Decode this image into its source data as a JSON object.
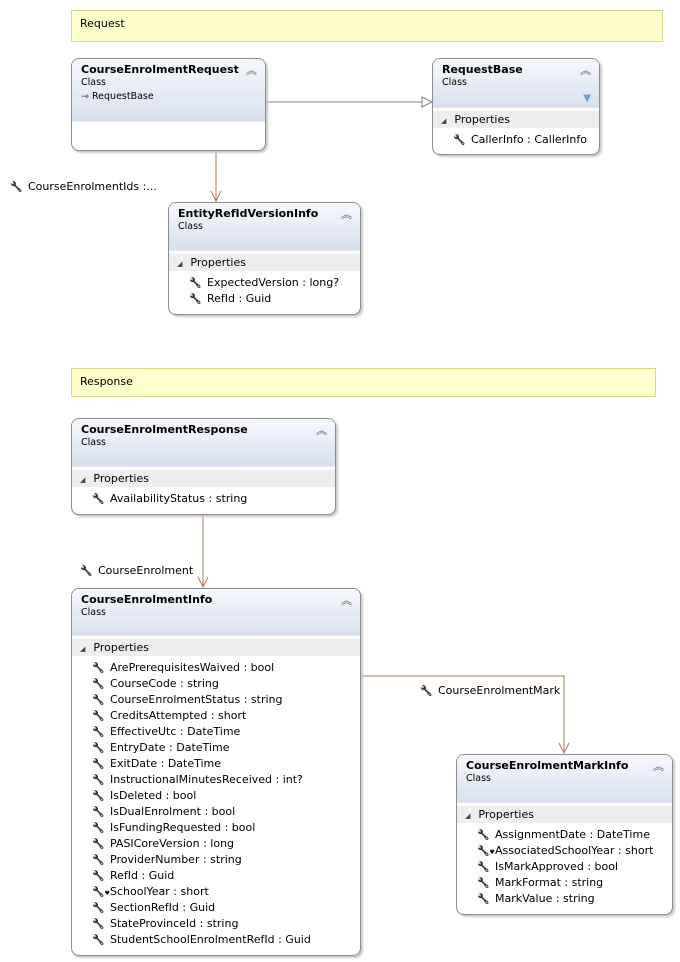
{
  "notes": {
    "request": "Request",
    "response": "Response"
  },
  "classes": [
    {
      "id": "CourseEnrolmentRequest",
      "name": "CourseEnrolmentRequest",
      "kind": "Class",
      "base": "RequestBase",
      "section": "",
      "items": []
    },
    {
      "id": "RequestBase",
      "name": "RequestBase",
      "kind": "Class",
      "section": "Properties",
      "filter": true,
      "items": [
        {
          "text": "CallerInfo : CallerInfo",
          "icon": "wrench-icon"
        }
      ]
    },
    {
      "id": "EntityRefIdVersionInfo",
      "name": "EntityRefIdVersionInfo",
      "kind": "Class",
      "section": "Properties",
      "items": [
        {
          "text": "ExpectedVersion : long?",
          "icon": "wrench-icon"
        },
        {
          "text": "RefId : Guid",
          "icon": "wrench-icon"
        }
      ]
    },
    {
      "id": "CourseEnrolmentResponse",
      "name": "CourseEnrolmentResponse",
      "kind": "Class",
      "section": "Properties",
      "items": [
        {
          "text": "AvailabilityStatus : string",
          "icon": "wrench-icon"
        }
      ]
    },
    {
      "id": "CourseEnrolmentInfo",
      "name": "CourseEnrolmentInfo",
      "kind": "Class",
      "section": "Properties",
      "items": [
        {
          "text": "ArePrerequisitesWaived : bool",
          "icon": "wrench-icon"
        },
        {
          "text": "CourseCode : string",
          "icon": "wrench-icon"
        },
        {
          "text": "CourseEnrolmentStatus : string",
          "icon": "wrench-icon"
        },
        {
          "text": "CreditsAttempted : short",
          "icon": "wrench-icon"
        },
        {
          "text": "EffectiveUtc : DateTime",
          "icon": "wrench-icon"
        },
        {
          "text": "EntryDate : DateTime",
          "icon": "wrench-icon"
        },
        {
          "text": "ExitDate : DateTime",
          "icon": "wrench-icon"
        },
        {
          "text": "InstructionalMinutesReceived : int?",
          "icon": "wrench-icon"
        },
        {
          "text": "IsDeleted : bool",
          "icon": "wrench-icon"
        },
        {
          "text": "IsDualEnrolment : bool",
          "icon": "wrench-icon"
        },
        {
          "text": "IsFundingRequested : bool",
          "icon": "wrench-icon"
        },
        {
          "text": "PASICoreVersion : long",
          "icon": "wrench-icon"
        },
        {
          "text": "ProviderNumber : string",
          "icon": "wrench-icon"
        },
        {
          "text": "RefId : Guid",
          "icon": "wrench-icon"
        },
        {
          "text": "SchoolYear : short",
          "icon": "wrench-heart-icon"
        },
        {
          "text": "SectionRefId : Guid",
          "icon": "wrench-icon"
        },
        {
          "text": "StateProvinceId : string",
          "icon": "wrench-icon"
        },
        {
          "text": "StudentSchoolEnrolmentRefId : Guid",
          "icon": "wrench-icon"
        }
      ]
    },
    {
      "id": "CourseEnrolmentMarkInfo",
      "name": "CourseEnrolmentMarkInfo",
      "kind": "Class",
      "section": "Properties",
      "items": [
        {
          "text": "AssignmentDate : DateTime",
          "icon": "wrench-icon"
        },
        {
          "text": "AssociatedSchoolYear : short",
          "icon": "wrench-heart-icon"
        },
        {
          "text": "IsMarkApproved : bool",
          "icon": "wrench-icon"
        },
        {
          "text": "MarkFormat : string",
          "icon": "wrench-icon"
        },
        {
          "text": "MarkValue : string",
          "icon": "wrench-icon"
        }
      ]
    }
  ],
  "associations": {
    "ids": "CourseEnrolmentIds :...",
    "enrolment": "CourseEnrolment",
    "mark": "CourseEnrolmentMark"
  },
  "colors": {
    "association": "#b8775a",
    "inheritance": "#808080",
    "note": "#ffffcc"
  }
}
